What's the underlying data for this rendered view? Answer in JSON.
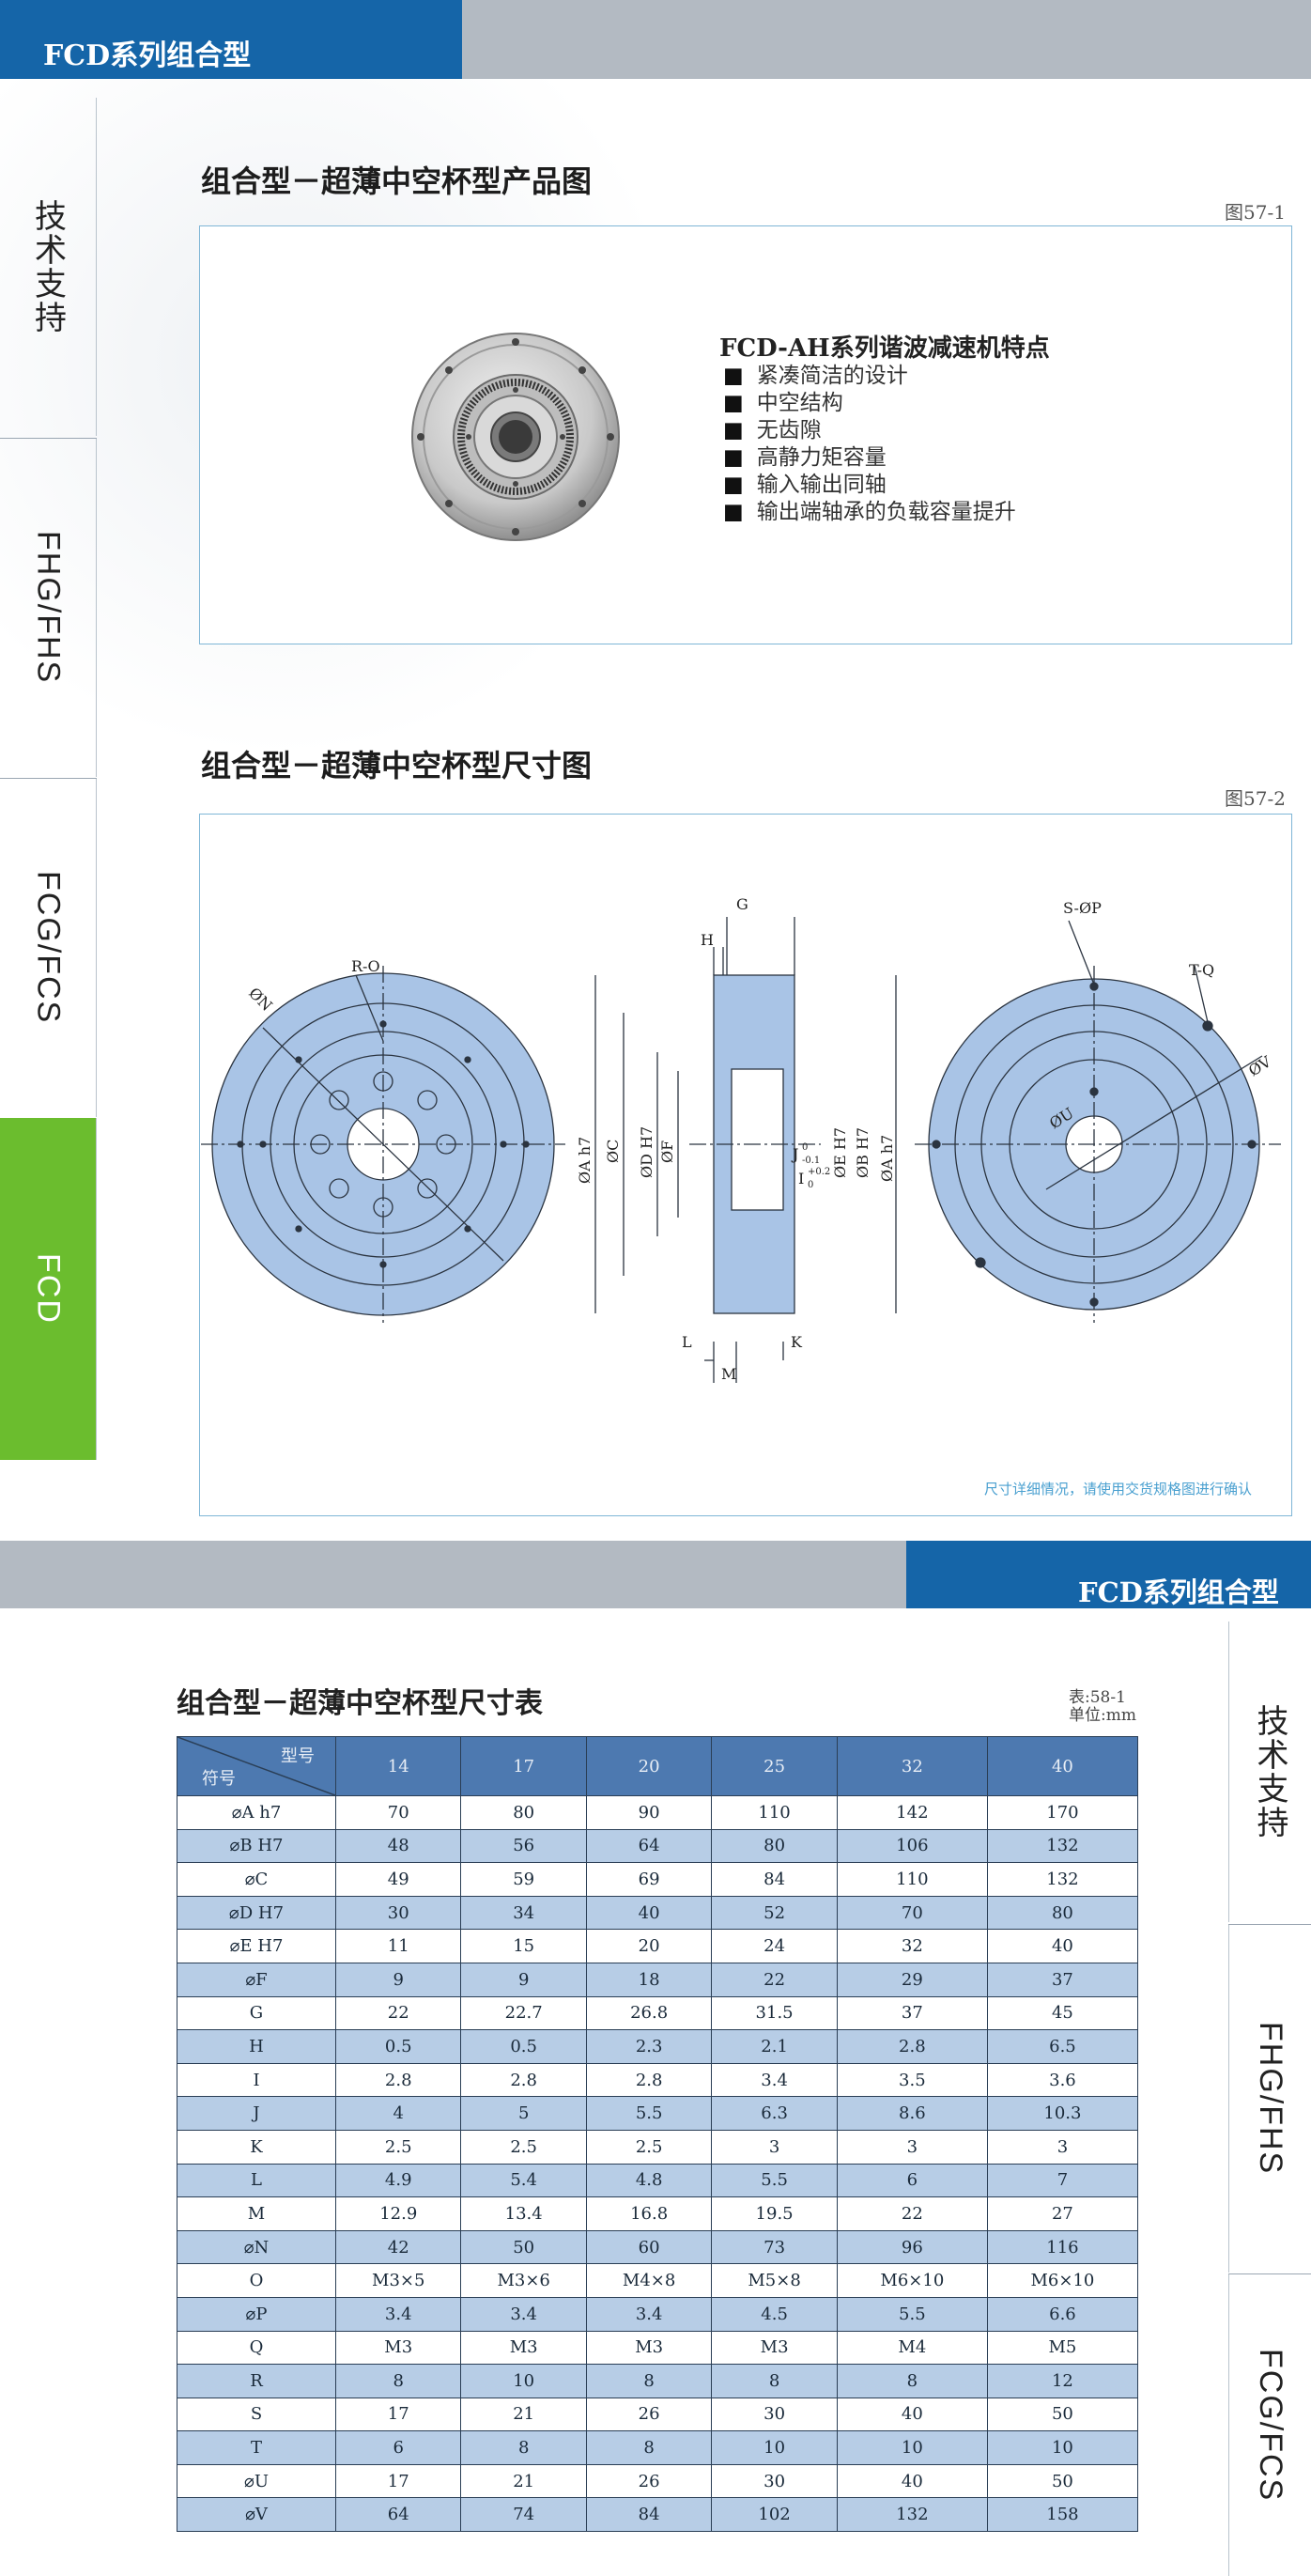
{
  "page1": {
    "header_title": "FCD系列组合型",
    "nav": [
      {
        "label": "技术支持",
        "active": false
      },
      {
        "label": "FHG/FHS",
        "active": false
      },
      {
        "label": "FCG/FCS",
        "active": false
      },
      {
        "label": "FCD",
        "active": true
      }
    ],
    "section1": {
      "title": "组合型－超薄中空杯型产品图",
      "figure_label": "图57-1",
      "features_title": "FCD-AH系列谐波减速机特点",
      "features": [
        "紧凑简洁的设计",
        "中空结构",
        "无齿隙",
        "高静力矩容量",
        "输入输出同轴",
        "输出端轴承的负载容量提升"
      ]
    },
    "section2": {
      "title": "组合型－超薄中空杯型尺寸图",
      "figure_label": "图57-2",
      "note": "尺寸详细情况，请使用交货规格图进行确认",
      "labels": {
        "ro": "R-O",
        "n": "ØN",
        "g": "G",
        "h": "H",
        "a": "ØA h7",
        "c": "ØC",
        "d": "ØD H7",
        "f": "ØF",
        "j": "J",
        "j_tol_up": "0",
        "j_tol_dn": "-0.1",
        "i": "I",
        "i_tol_up": "+0.2",
        "i_tol_dn": "0",
        "e": "ØE H7",
        "b": "ØB H7",
        "a2": "ØA h7",
        "l": "L",
        "k": "K",
        "m": "M",
        "sp": "S-ØP",
        "tq": "T-Q",
        "v": "ØV",
        "u": "ØU"
      }
    }
  },
  "page2": {
    "header_title": "FCD系列组合型",
    "nav": [
      {
        "label": "技术支持"
      },
      {
        "label": "FHG/FHS"
      },
      {
        "label": "FCG/FCS"
      }
    ],
    "table_title": "组合型－超薄中空杯型尺寸表",
    "table_no": "表:58-1",
    "unit": "单位:mm",
    "corner_model": "型号",
    "corner_symbol": "符号",
    "columns": [
      "14",
      "17",
      "20",
      "25",
      "32",
      "40"
    ],
    "rows": [
      {
        "label": "⌀A h7",
        "values": [
          "70",
          "80",
          "90",
          "110",
          "142",
          "170"
        ]
      },
      {
        "label": "⌀B H7",
        "values": [
          "48",
          "56",
          "64",
          "80",
          "106",
          "132"
        ]
      },
      {
        "label": "⌀C",
        "values": [
          "49",
          "59",
          "69",
          "84",
          "110",
          "132"
        ]
      },
      {
        "label": "⌀D H7",
        "values": [
          "30",
          "34",
          "40",
          "52",
          "70",
          "80"
        ]
      },
      {
        "label": "⌀E H7",
        "values": [
          "11",
          "15",
          "20",
          "24",
          "32",
          "40"
        ]
      },
      {
        "label": "⌀F",
        "values": [
          "9",
          "9",
          "18",
          "22",
          "29",
          "37"
        ]
      },
      {
        "label": "G",
        "values": [
          "22",
          "22.7",
          "26.8",
          "31.5",
          "37",
          "45"
        ]
      },
      {
        "label": "H",
        "values": [
          "0.5",
          "0.5",
          "2.3",
          "2.1",
          "2.8",
          "6.5"
        ]
      },
      {
        "label": "I",
        "values": [
          "2.8",
          "2.8",
          "2.8",
          "3.4",
          "3.5",
          "3.6"
        ]
      },
      {
        "label": "J",
        "values": [
          "4",
          "5",
          "5.5",
          "6.3",
          "8.6",
          "10.3"
        ]
      },
      {
        "label": "K",
        "values": [
          "2.5",
          "2.5",
          "2.5",
          "3",
          "3",
          "3"
        ]
      },
      {
        "label": "L",
        "values": [
          "4.9",
          "5.4",
          "4.8",
          "5.5",
          "6",
          "7"
        ]
      },
      {
        "label": "M",
        "values": [
          "12.9",
          "13.4",
          "16.8",
          "19.5",
          "22",
          "27"
        ]
      },
      {
        "label": "⌀N",
        "values": [
          "42",
          "50",
          "60",
          "73",
          "96",
          "116"
        ]
      },
      {
        "label": "O",
        "values": [
          "M3×5",
          "M3×6",
          "M4×8",
          "M5×8",
          "M6×10",
          "M6×10"
        ]
      },
      {
        "label": "⌀P",
        "values": [
          "3.4",
          "3.4",
          "3.4",
          "4.5",
          "5.5",
          "6.6"
        ]
      },
      {
        "label": "Q",
        "values": [
          "M3",
          "M3",
          "M3",
          "M3",
          "M4",
          "M5"
        ]
      },
      {
        "label": "R",
        "values": [
          "8",
          "10",
          "8",
          "8",
          "8",
          "12"
        ]
      },
      {
        "label": "S",
        "values": [
          "17",
          "21",
          "26",
          "30",
          "40",
          "50"
        ]
      },
      {
        "label": "T",
        "values": [
          "6",
          "8",
          "8",
          "10",
          "10",
          "10"
        ]
      },
      {
        "label": "⌀U",
        "values": [
          "17",
          "21",
          "26",
          "30",
          "40",
          "50"
        ]
      },
      {
        "label": "⌀V",
        "values": [
          "64",
          "74",
          "84",
          "102",
          "132",
          "158"
        ]
      }
    ]
  },
  "colors": {
    "brand_blue": "#1565a8",
    "accent_green": "#6bbd2e",
    "header_grey": "#b3bac2",
    "table_blue": "#4d79b0",
    "row_blue": "#b7cde6"
  }
}
